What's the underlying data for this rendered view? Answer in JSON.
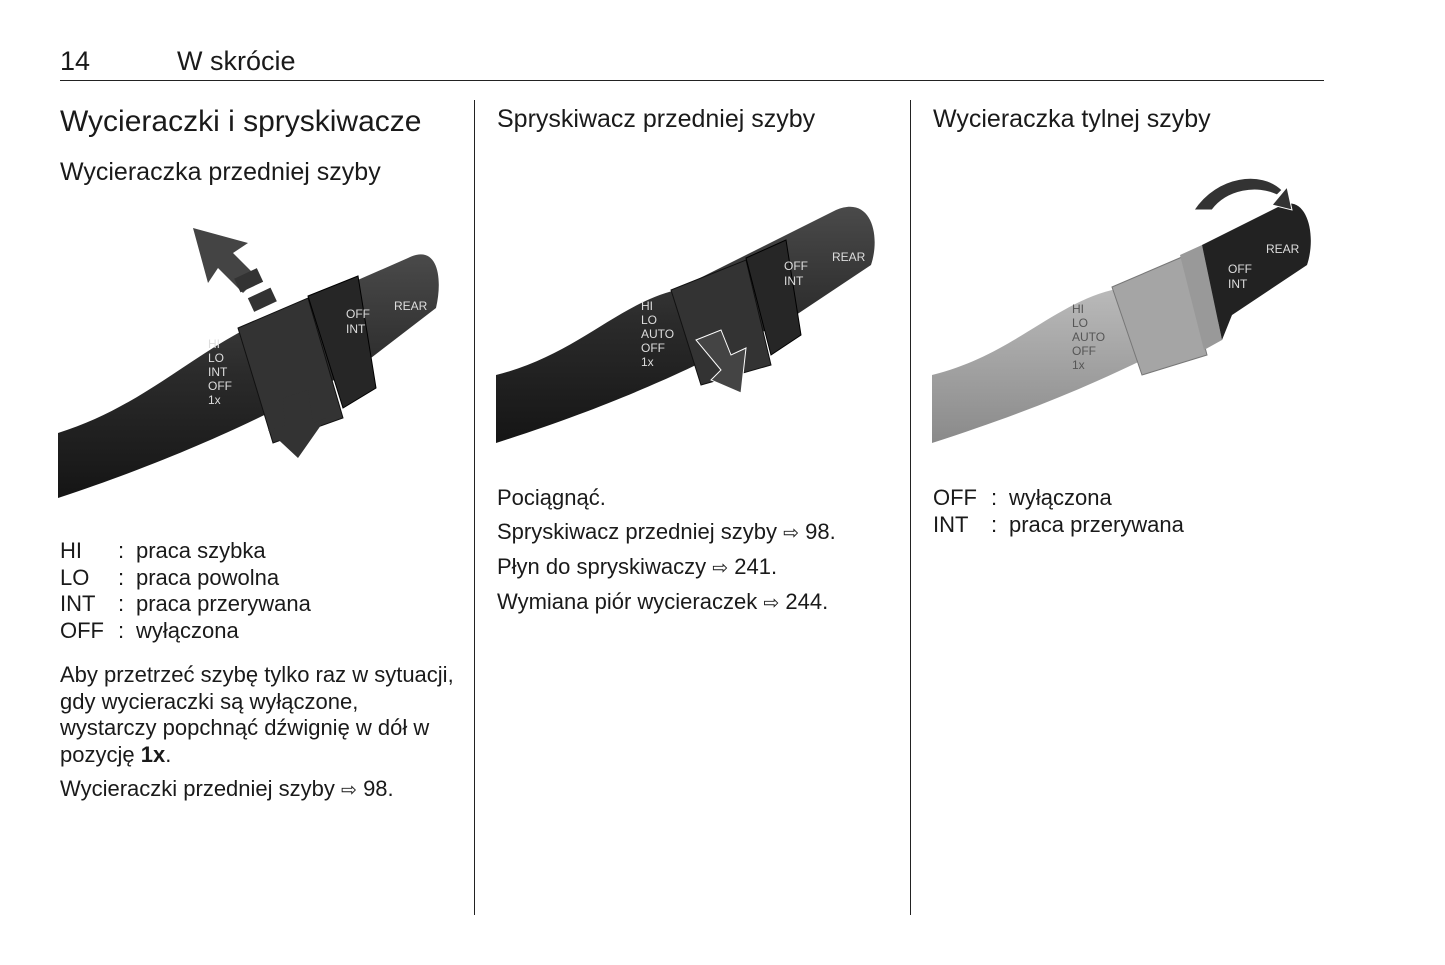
{
  "header": {
    "page_number": "14",
    "section": "W skrócie"
  },
  "col1": {
    "title": "Wycieraczki i spryskiwacze",
    "subtitle": "Wycieraczka przedniej szyby",
    "figure_labels": {
      "hi": "HI",
      "lo": "LO",
      "int": "INT",
      "off": "OFF",
      "once": "1x",
      "ring_off": "OFF",
      "ring_int": "INT",
      "rear": "REAR"
    },
    "defs": [
      {
        "key": "HI",
        "sep": ":",
        "value": "praca szybka"
      },
      {
        "key": "LO",
        "sep": ":",
        "value": "praca powolna"
      },
      {
        "key": "INT",
        "sep": ":",
        "value": "praca przerywana"
      },
      {
        "key": "OFF",
        "sep": ":",
        "value": "wyłączona"
      }
    ],
    "para1_text": "Aby przetrzeć szybę tylko raz w sytuacji, gdy wycieraczki są wyłączone, wystarczy popchnąć dźwignię w dół w pozycję ",
    "para1_bold": "1x",
    "para1_end": ".",
    "ref1_text": "Wycieraczki przedniej szyby",
    "ref1_page": "98."
  },
  "col2": {
    "title": "Spryskiwacz przedniej szyby",
    "figure_labels": {
      "hi": "HI",
      "lo": "LO",
      "auto": "AUTO",
      "off": "OFF",
      "once": "1x",
      "ring_off": "OFF",
      "ring_int": "INT",
      "rear": "REAR"
    },
    "para1": "Pociągnąć.",
    "refs": [
      {
        "text": "Spryskiwacz przedniej szyby",
        "page": "98."
      },
      {
        "text": "Płyn do spryskiwaczy",
        "page": "241."
      },
      {
        "text": "Wymiana piór wycieraczek",
        "page": "244."
      }
    ]
  },
  "col3": {
    "title": "Wycieraczka tylnej szyby",
    "figure_labels": {
      "hi": "HI",
      "lo": "LO",
      "auto": "AUTO",
      "off": "OFF",
      "once": "1x",
      "ring_off": "OFF",
      "ring_int": "INT",
      "rear": "REAR"
    },
    "defs": [
      {
        "key": "OFF",
        "sep": ":",
        "value": "wyłączona"
      },
      {
        "key": "INT",
        "sep": ":",
        "value": "praca przerywana"
      }
    ]
  },
  "ref_icon": "reference-arrow-icon"
}
